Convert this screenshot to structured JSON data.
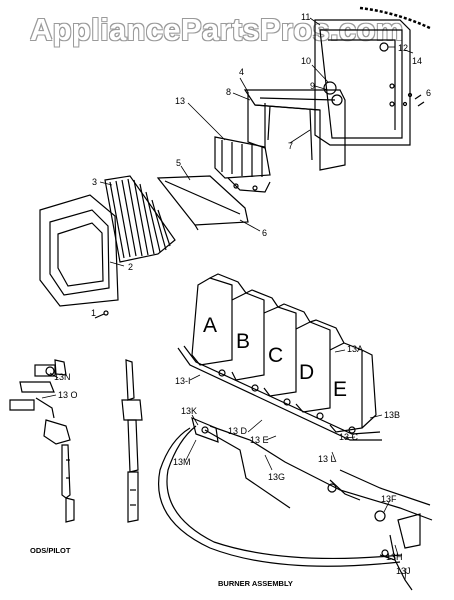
{
  "watermark": "AppliancePartsPros.com",
  "captions": {
    "ods_pilot": "ODS/PILOT",
    "burner_assembly": "BURNER ASSEMBLY"
  },
  "upper_callouts": {
    "c1": "1",
    "c2": "2",
    "c3": "3",
    "c4": "4",
    "c5": "5",
    "c6": "6",
    "c7": "7",
    "c8": "8",
    "c9": "9",
    "c10": "10",
    "c11": "11",
    "c12": "12",
    "c13": "13",
    "c14": "14",
    "c6b": "6"
  },
  "burner_letters": {
    "a": "A",
    "b": "B",
    "c": "C",
    "d": "D",
    "e": "E"
  },
  "burner_callouts": {
    "c13a": "13A",
    "c13b": "13B",
    "c13c": "13 C",
    "c13d": "13 D",
    "c13e": "13 E",
    "c13f": "13F",
    "c13g": "13G",
    "c13h": "13H",
    "c13i": "13-I",
    "c13j": "13J",
    "c13k": "13K",
    "c13l": "13 L",
    "c13m": "13M"
  },
  "pilot_callouts": {
    "c13n": "13N",
    "c13o": "13 O"
  }
}
